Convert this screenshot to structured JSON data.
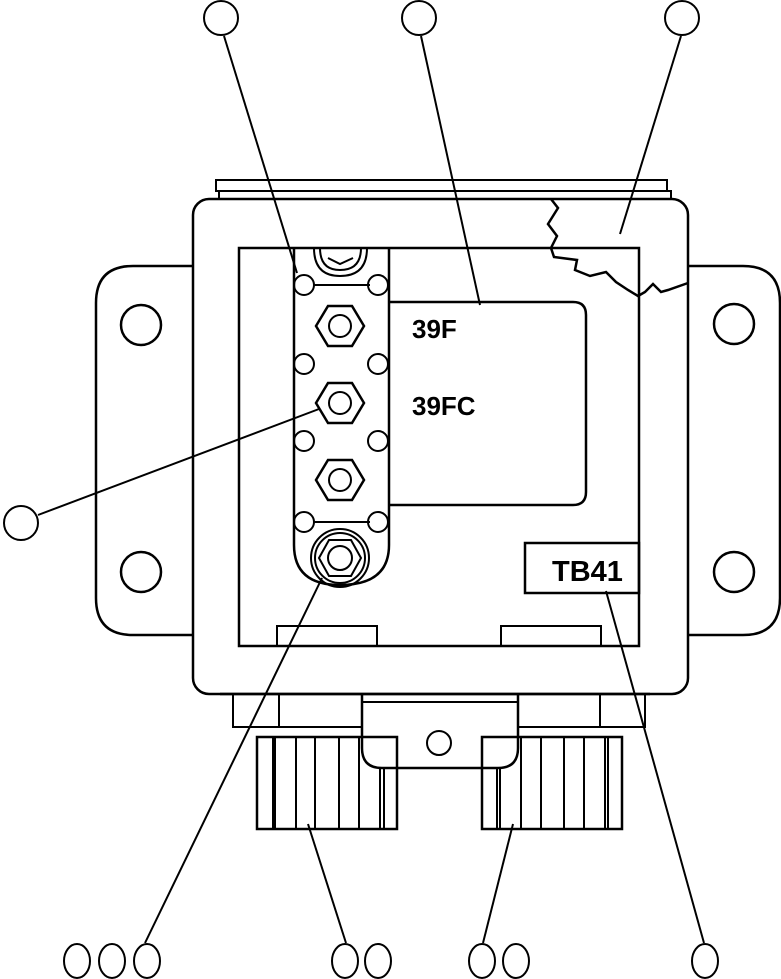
{
  "diagram": {
    "type": "terminal-box-line-drawing",
    "labels": {
      "plate_upper": "39F",
      "plate_lower": "39FC",
      "terminal_block": "TB41"
    },
    "callouts": {
      "top": [
        {
          "id": "callout-top-1",
          "text": ""
        },
        {
          "id": "callout-top-2",
          "text": ""
        },
        {
          "id": "callout-top-3",
          "text": ""
        }
      ],
      "left": [
        {
          "id": "callout-left-1",
          "text": ""
        }
      ],
      "bottom": [
        {
          "id": "callout-bottom-1a",
          "text": ""
        },
        {
          "id": "callout-bottom-1b",
          "text": ""
        },
        {
          "id": "callout-bottom-1c",
          "text": ""
        },
        {
          "id": "callout-bottom-2a",
          "text": ""
        },
        {
          "id": "callout-bottom-2b",
          "text": ""
        },
        {
          "id": "callout-bottom-3a",
          "text": ""
        },
        {
          "id": "callout-bottom-3b",
          "text": ""
        },
        {
          "id": "callout-bottom-4",
          "text": ""
        }
      ]
    },
    "colors": {
      "stroke": "#000000",
      "background": "#ffffff"
    }
  }
}
